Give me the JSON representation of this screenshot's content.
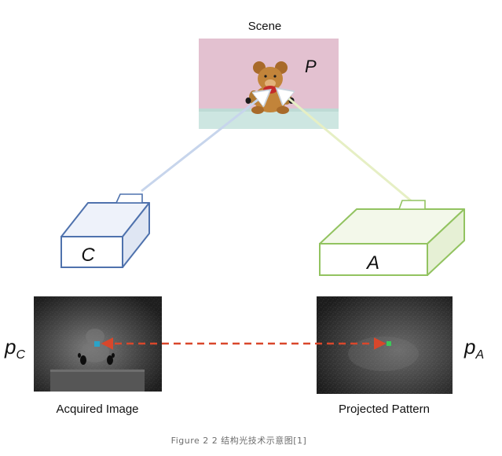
{
  "labels": {
    "scene": "Scene",
    "point_p": "P",
    "camera": "C",
    "projector": "A",
    "pc_main": "p",
    "pc_sub": "C",
    "pa_main": "p",
    "pa_sub": "A",
    "acquired_image": "Acquired Image",
    "projected_pattern": "Projected Pattern"
  },
  "caption": "Figure 2 2 结构光技术示意图[1]",
  "colors": {
    "scene_background": "#e3c1d0",
    "scene_table": "#cde6e1",
    "teddy_bear": "#c2843a",
    "bear_bow": "#c42b2b",
    "camera_box_stroke": "#4f72ad",
    "camera_box_fill": "#ffffff",
    "projector_box_stroke": "#92c360",
    "projector_box_fill": "#ffffff",
    "camera_ray": "#c7d5ec",
    "projector_ray": "#e6efc4",
    "correspondence_line": "#d9472b",
    "camera_point_marker": "#2aa3c8",
    "projector_point_marker": "#3cc85a",
    "image_panel": "#2a2a2a",
    "caption_text": "#6d6d6d"
  }
}
